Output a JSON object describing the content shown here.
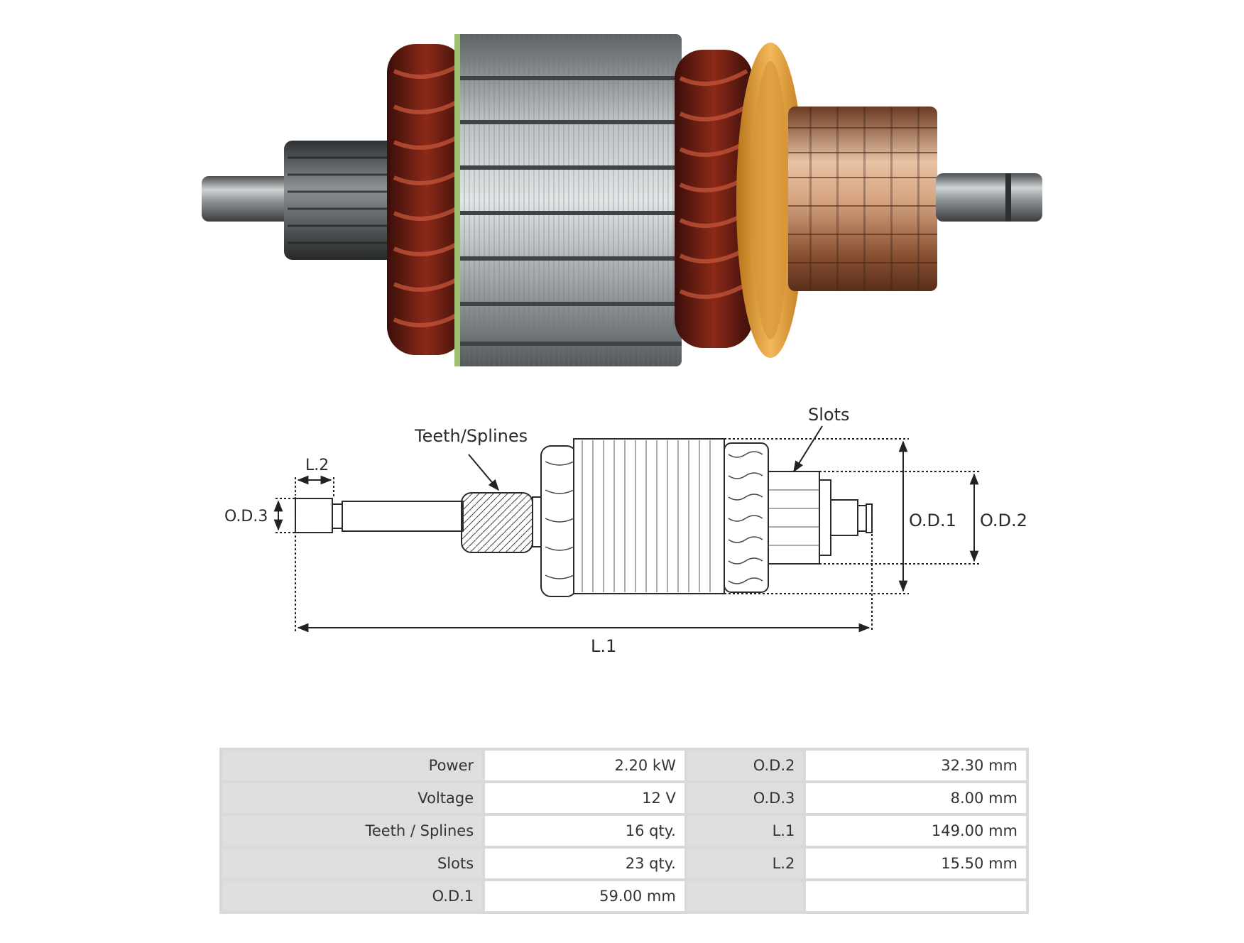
{
  "diagram": {
    "label_slots": "Slots",
    "label_teeth": "Teeth/Splines",
    "label_l2": "L.2",
    "label_od3": "O.D.3",
    "label_od1": "O.D.1",
    "label_od2": "O.D.2",
    "label_l1": "L.1"
  },
  "specs": {
    "rows": [
      {
        "label": "Power",
        "value": "2.20 kW",
        "label2": "O.D.2",
        "value2": "32.30 mm"
      },
      {
        "label": "Voltage",
        "value": "12 V",
        "label2": "O.D.3",
        "value2": "8.00 mm"
      },
      {
        "label": "Teeth / Splines",
        "value": "16 qty.",
        "label2": "L.1",
        "value2": "149.00 mm"
      },
      {
        "label": "Slots",
        "value": "23 qty.",
        "label2": "L.2",
        "value2": "15.50 mm"
      },
      {
        "label": "O.D.1",
        "value": "59.00 mm",
        "label2": "",
        "value2": ""
      }
    ]
  }
}
